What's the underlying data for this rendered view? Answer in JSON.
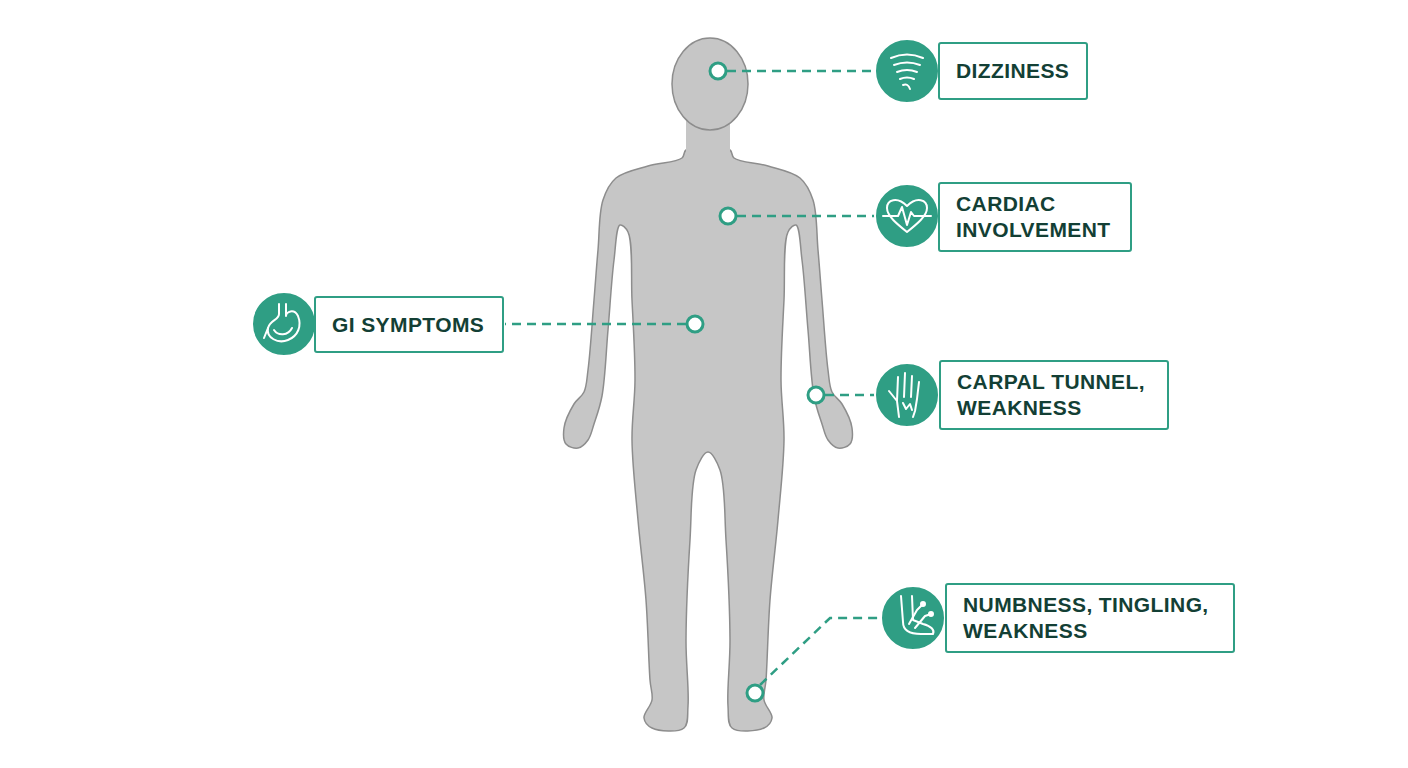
{
  "diagram": {
    "nodes": [
      {
        "text": [
          "DIZZINESS"
        ]
      },
      {
        "text": [
          "CARDIAC INVOLVEMENT"
        ]
      },
      {
        "text": [
          "GI SYMPTOMS"
        ]
      },
      {
        "text": [
          "CARPAL TUNNEL, WEAKNESS"
        ]
      },
      {
        "text": [
          "NUMBNESS, TINGLING, WEAKNESS"
        ]
      }
    ]
  }
}
